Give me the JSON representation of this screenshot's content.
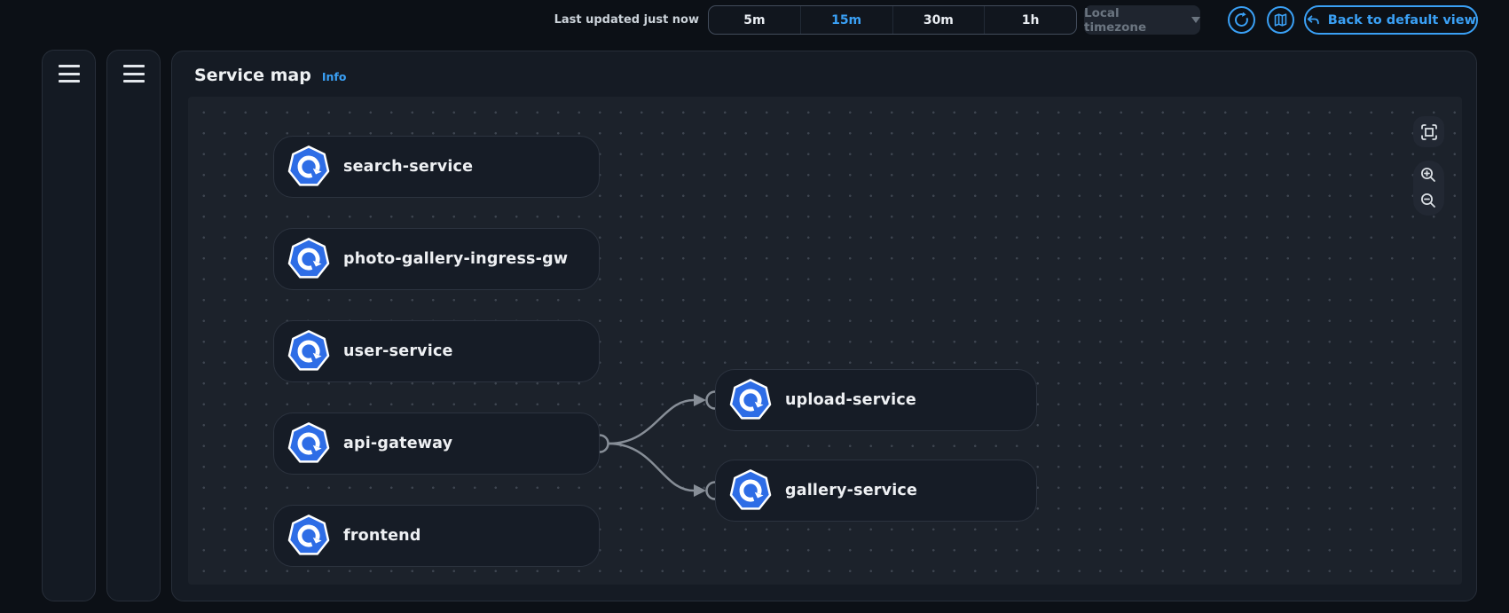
{
  "topbar": {
    "last_updated": "Last updated just now",
    "time_ranges": [
      {
        "label": "5m",
        "selected": false
      },
      {
        "label": "15m",
        "selected": true
      },
      {
        "label": "30m",
        "selected": false
      },
      {
        "label": "1h",
        "selected": false
      }
    ],
    "timezone_label": "Local timezone",
    "back_label": "Back to default view"
  },
  "panel": {
    "title": "Service map",
    "info_label": "Info"
  },
  "map": {
    "nodes": [
      {
        "label": "search-service",
        "column": "left"
      },
      {
        "label": "photo-gallery-ingress-gw",
        "column": "left"
      },
      {
        "label": "user-service",
        "column": "left"
      },
      {
        "label": "api-gateway",
        "column": "left"
      },
      {
        "label": "frontend",
        "column": "left"
      },
      {
        "label": "upload-service",
        "column": "right"
      },
      {
        "label": "gallery-service",
        "column": "right"
      }
    ],
    "edges": [
      {
        "from": "api-gateway",
        "to": "upload-service"
      },
      {
        "from": "api-gateway",
        "to": "gallery-service"
      }
    ]
  },
  "icons": {
    "node_icon": "kubernetes-heptagon-sync",
    "topbar_icons": [
      "refresh-icon",
      "map-legend-icon",
      "undo-icon"
    ],
    "canvas_icons": [
      "fit-to-screen-icon",
      "zoom-in-icon",
      "zoom-out-icon"
    ]
  },
  "colors": {
    "accent_blue": "#3aa0f5",
    "node_icon_blue": "#2e6de6",
    "edge_gray": "#878e97",
    "canvas_bg": "#1c222b",
    "panel_bg": "#151b24",
    "page_bg": "#0c1016"
  }
}
